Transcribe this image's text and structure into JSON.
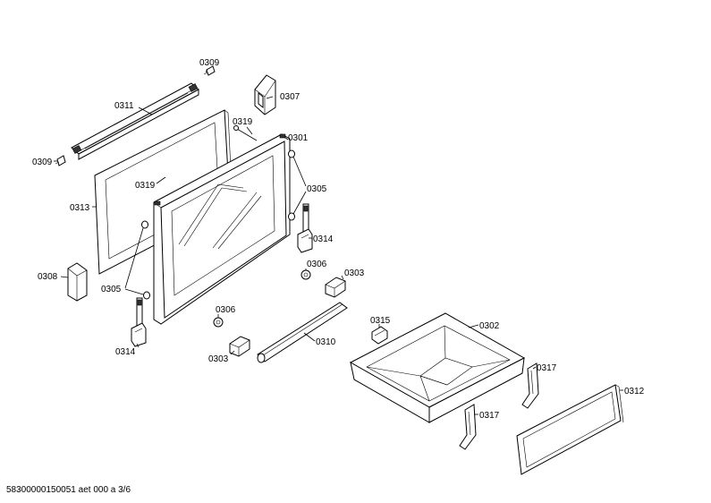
{
  "labels": {
    "p0309a": "0309",
    "p0311": "0311",
    "p0307": "0307",
    "p0319a": "0319",
    "p0301": "0301",
    "p0309b": "0309",
    "p0319b": "0319",
    "p0305a": "0305",
    "p0313": "0313",
    "p0314a": "0314",
    "p0306a": "0306",
    "p0303a": "0303",
    "p0308": "0308",
    "p0305b": "0305",
    "p0306b": "0306",
    "p0315": "0315",
    "p0302": "0302",
    "p0310": "0310",
    "p0314b": "0314",
    "p0303b": "0303",
    "p0317a": "0317",
    "p0312": "0312",
    "p0317b": "0317"
  },
  "footer": "58300000150051 aet 000 a 3/6"
}
